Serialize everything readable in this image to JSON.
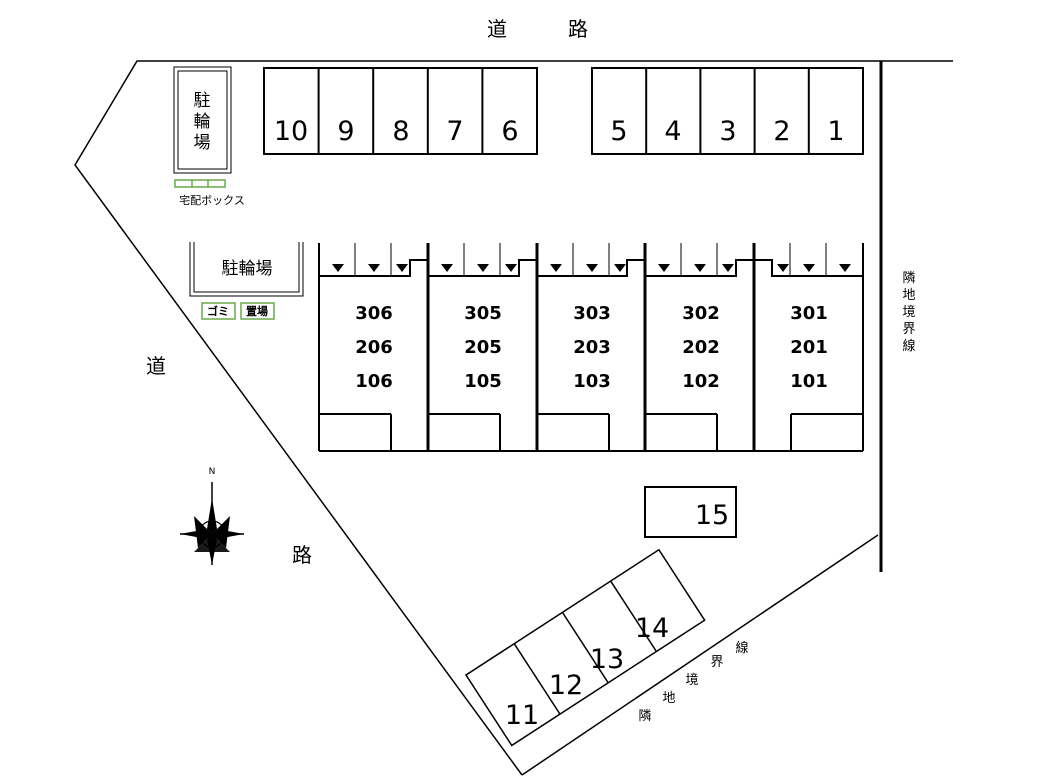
{
  "road_top": [
    "道",
    "路"
  ],
  "road_left": [
    "道",
    "路"
  ],
  "neighbor_right": [
    "隣",
    "地",
    "境",
    "界",
    "線"
  ],
  "neighbor_bottom": [
    "隣",
    "地",
    "境",
    "界",
    "線"
  ],
  "bicycle_top": [
    "駐",
    "輪",
    "場"
  ],
  "bicycle_mid": "駐輪場",
  "delivery_box": "宅配ボックス",
  "garbage": [
    "ゴミ",
    "置場"
  ],
  "compass_n": "N",
  "parking_top": [
    "10",
    "9",
    "8",
    "7",
    "6",
    "5",
    "4",
    "3",
    "2",
    "1"
  ],
  "parking_bottom": [
    "11",
    "12",
    "13",
    "14"
  ],
  "parking_single": "15",
  "units": [
    [
      "306",
      "206",
      "106"
    ],
    [
      "305",
      "205",
      "105"
    ],
    [
      "303",
      "203",
      "103"
    ],
    [
      "302",
      "202",
      "102"
    ],
    [
      "301",
      "201",
      "101"
    ]
  ],
  "colors": {
    "line": "#000000",
    "green": "#6aa84f",
    "background": "#ffffff"
  }
}
